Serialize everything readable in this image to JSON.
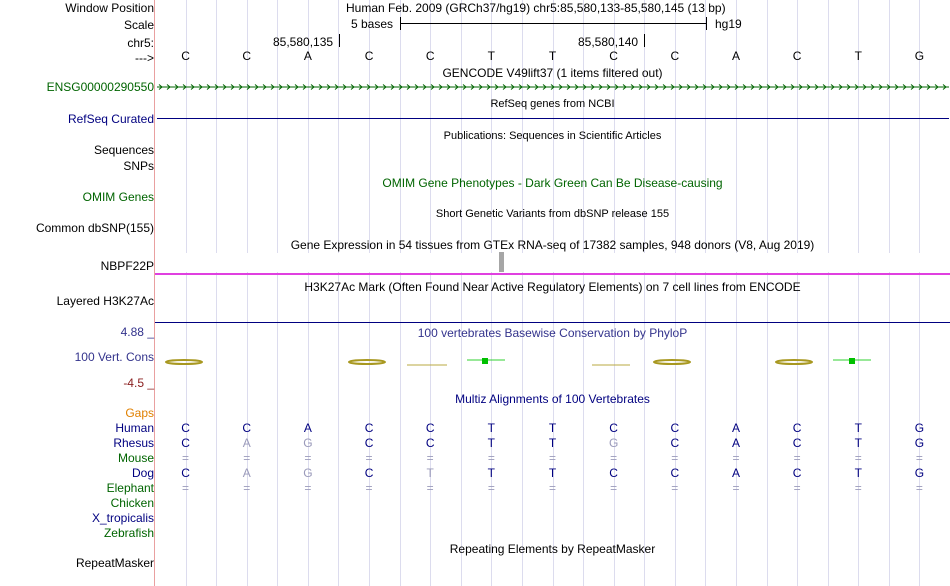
{
  "header": {
    "window_position_label": "Window Position",
    "window_position_value": "Human Feb. 2009 (GRCh37/hg19)   chr5:85,580,133-85,580,145 (13 bp)",
    "scale_label": "Scale",
    "scale_value": "5 bases",
    "scale_assembly": "hg19",
    "chrom_label": "chr5:",
    "coord_1": "85,580,135",
    "coord_2": "85,580,140",
    "arrow_label": "--->"
  },
  "sequence": [
    "C",
    "C",
    "A",
    "C",
    "C",
    "T",
    "T",
    "C",
    "C",
    "A",
    "C",
    "T",
    "G"
  ],
  "tracks": {
    "gencode_title": "GENCODE V49lift37 (1 items filtered out)",
    "gencode_item": "ENSG00000290550",
    "refseq_title": "RefSeq genes from NCBI",
    "refseq_label": "RefSeq Curated",
    "pubs_title": "Publications: Sequences in Scientific Articles",
    "sequences_label": "Sequences",
    "snps_label": "SNPs",
    "omim_title": "OMIM Gene Phenotypes - Dark Green Can Be Disease-causing",
    "omim_label": "OMIM Genes",
    "dbsnp_title": "Short Genetic Variants from dbSNP release 155",
    "dbsnp_label": "Common dbSNP(155)",
    "gtex_title": "Gene Expression in 54 tissues from GTEx RNA-seq of 17382 samples, 948 donors (V8, Aug 2019)",
    "gtex_label": "NBPF22P",
    "h3k27ac_title": "H3K27Ac Mark (Often Found Near Active Regulatory Elements) on 7 cell lines from ENCODE",
    "h3k27ac_label": "Layered H3K27Ac",
    "phylop_title": "100 vertebrates Basewise Conservation by PhyloP",
    "phylop_label": "100 Vert. Cons",
    "phylop_max": "4.88 _",
    "phylop_min": "-4.5 _",
    "multiz_title": "Multiz Alignments of 100 Vertebrates",
    "rmsk_title": "Repeating Elements by RepeatMasker",
    "rmsk_label": "RepeatMasker"
  },
  "alignment": {
    "gaps_label": "Gaps",
    "species": [
      {
        "name": "Human",
        "bases": [
          "C",
          "C",
          "A",
          "C",
          "C",
          "T",
          "T",
          "C",
          "C",
          "A",
          "C",
          "T",
          "G"
        ]
      },
      {
        "name": "Rhesus",
        "bases": [
          "C",
          "A",
          "G",
          "C",
          "C",
          "T",
          "T",
          "G",
          "C",
          "A",
          "C",
          "T",
          "G"
        ]
      },
      {
        "name": "Mouse",
        "bases": [
          "=",
          "=",
          "=",
          "=",
          "=",
          "=",
          "=",
          "=",
          "=",
          "=",
          "=",
          "=",
          "="
        ]
      },
      {
        "name": "Dog",
        "bases": [
          "C",
          "A",
          "G",
          "C",
          "T",
          "T",
          "T",
          "C",
          "C",
          "A",
          "C",
          "T",
          "G"
        ]
      },
      {
        "name": "Elephant",
        "bases": [
          "=",
          "=",
          "=",
          "=",
          "=",
          "=",
          "=",
          "=",
          "=",
          "=",
          "=",
          "=",
          "="
        ]
      },
      {
        "name": "Chicken",
        "bases": []
      },
      {
        "name": "X_tropicalis",
        "bases": []
      },
      {
        "name": "Zebrafish",
        "bases": []
      }
    ]
  },
  "colors": {
    "navy": "#000080",
    "green": "#006400",
    "orange": "#e08000",
    "magenta": "#e040e0",
    "phylop_text": "#33338c",
    "phylop_min": "#8b2020"
  }
}
